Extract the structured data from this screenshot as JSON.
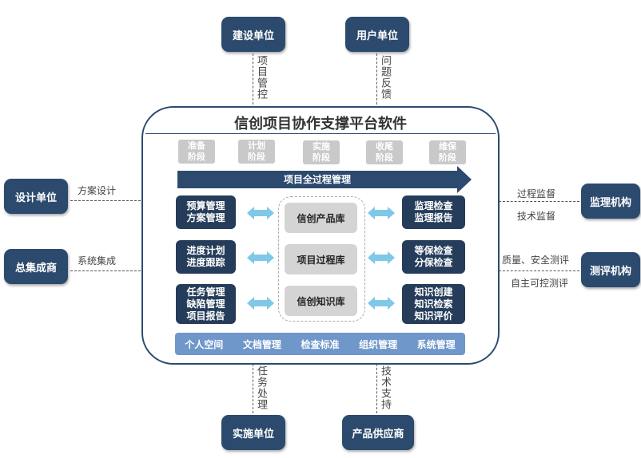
{
  "top": {
    "left_unit": "建设单位",
    "right_unit": "用户单位",
    "left_relation": "项目管控",
    "right_relation": "问题反馈"
  },
  "bottom": {
    "left_unit": "实施单位",
    "right_unit": "产品供应商",
    "left_relation": "任务处理",
    "right_relation": "技术支持"
  },
  "left": {
    "upper_unit": "设计单位",
    "upper_relation": "方案设计",
    "lower_unit": "总集成商",
    "lower_relation": "系统集成"
  },
  "right": {
    "upper_unit": "监理机构",
    "upper_relations": [
      "过程监督",
      "技术监督"
    ],
    "lower_unit": "测评机构",
    "lower_relations": [
      "质量、安全测评",
      "自主可控测评"
    ]
  },
  "platform": {
    "title": "信创项目协作支撑平台软件",
    "phases": [
      {
        "line1": "准备",
        "line2": "阶段"
      },
      {
        "line1": "计划",
        "line2": "阶段"
      },
      {
        "line1": "实施",
        "line2": "阶段"
      },
      {
        "line1": "收尾",
        "line2": "阶段"
      },
      {
        "line1": "维保",
        "line2": "阶段"
      }
    ],
    "process_arrow": "项目全过程管理",
    "left_modules": [
      [
        "预算管理",
        "方案管理"
      ],
      [
        "进度计划",
        "进度跟踪"
      ],
      [
        "任务管理",
        "缺陷管理",
        "项目报告"
      ]
    ],
    "libraries": [
      "信创产品库",
      "项目过程库",
      "信创知识库"
    ],
    "right_modules": [
      [
        "监理检查",
        "监理报告"
      ],
      [
        "等保检查",
        "分保检查"
      ],
      [
        "知识创建",
        "知识检索",
        "知识评价"
      ]
    ],
    "bottom_items": [
      "个人空间",
      "文档管理",
      "检查标准",
      "组织管理",
      "系统管理"
    ]
  },
  "colors": {
    "dark_blue": "#2c4a6e",
    "module_blue": "#253d5a",
    "light_blue_bar": "#6f97c9",
    "phase_gray": "#c9c9c9",
    "library_gray": "#d4d4d4",
    "arrow_cyan": "#7fc8e8"
  }
}
